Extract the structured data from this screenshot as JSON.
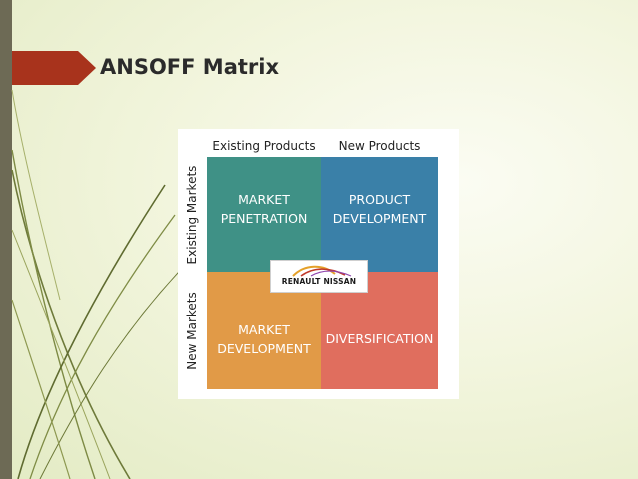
{
  "slide": {
    "title": "ANSOFF Matrix"
  },
  "matrix": {
    "column_labels": [
      "Existing Products",
      "New Products"
    ],
    "row_labels": [
      "Existing Markets",
      "New Markets"
    ],
    "quadrants": {
      "top_left": "MARKET\nPENETRATION",
      "top_right": "PRODUCT\nDEVELOPMENT",
      "bottom_left": "MARKET\nDEVELOPMENT",
      "bottom_right": "DIVERSIFICATION"
    },
    "logo_text": "RENAULT NISSAN"
  },
  "colors": {
    "market_penetration": "#3f9186",
    "product_development": "#3a80a8",
    "market_development": "#e19a47",
    "diversification": "#e06e5e",
    "title_arrow": "#a8331c",
    "left_bar": "#6d6a55"
  },
  "icons": {
    "logo_swoosh": "renault-nissan-swoosh-icon"
  }
}
